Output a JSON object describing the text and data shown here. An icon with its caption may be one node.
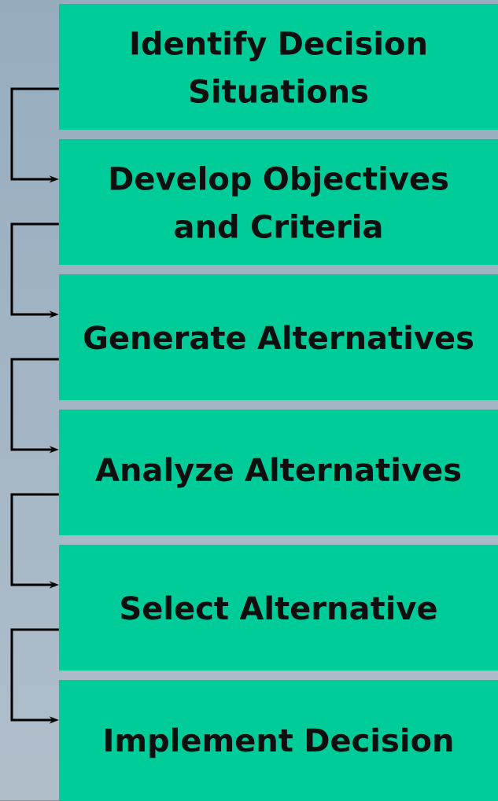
{
  "diagram": {
    "nodes": [
      {
        "text": [
          "Identify Decision Situations"
        ]
      },
      {
        "text": [
          "Develop Objectives and Criteria"
        ]
      },
      {
        "text": [
          "Generate Alternatives"
        ]
      },
      {
        "text": [
          "Analyze Alternatives"
        ]
      },
      {
        "text": [
          "Select Alternative"
        ]
      },
      {
        "text": [
          "Implement Decision"
        ]
      }
    ],
    "edges": [
      {
        "from": 0,
        "to": 1,
        "arrow": "to"
      },
      {
        "from": 1,
        "to": 2,
        "arrow": "to"
      },
      {
        "from": 2,
        "to": 3,
        "arrow": "to"
      },
      {
        "from": 3,
        "to": 4,
        "arrow": "to"
      },
      {
        "from": 4,
        "to": 5,
        "arrow": "to"
      }
    ]
  }
}
